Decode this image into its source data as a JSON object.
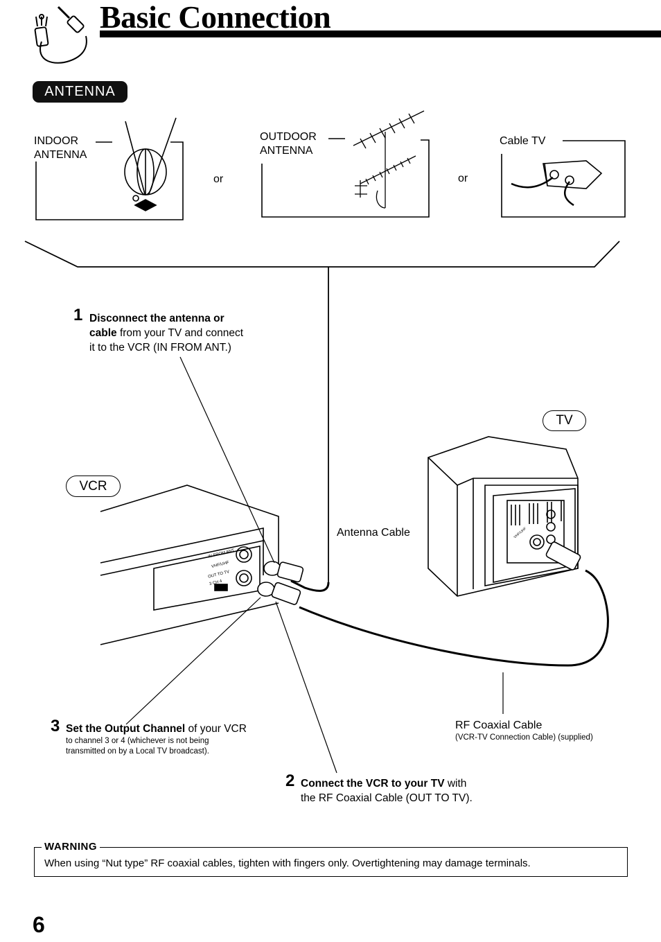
{
  "header": {
    "title": "Basic Connection"
  },
  "section": {
    "badge": "ANTENNA"
  },
  "antennas": {
    "indoor_line1": "INDOOR",
    "indoor_line2": "ANTENNA",
    "or1": "or",
    "outdoor_line1": "OUTDOOR",
    "outdoor_line2": "ANTENNA",
    "or2": "or",
    "cable": "Cable TV"
  },
  "devices": {
    "tv": "TV",
    "vcr": "VCR",
    "vcr_port_in_line1": "IN FROM",
    "vcr_port_in_line2": "ANT.",
    "vcr_port_band": "VHF/UHF",
    "vcr_port_out": "OUT TO TV",
    "vcr_ch_switch": "3 CH 4",
    "tv_port_band": "VHF/UHF"
  },
  "cables": {
    "antenna_cable": "Antenna Cable",
    "rf_title": "RF Coaxial Cable",
    "rf_note": "(VCR-TV Connection Cable) (supplied)"
  },
  "steps": {
    "s1": {
      "num": "1",
      "bold_line1": "Disconnect the antenna or",
      "bold_line2": "cable",
      "rest_line2": " from your TV and connect",
      "line3": "it to the VCR (IN FROM ANT.)"
    },
    "s2": {
      "num": "2",
      "bold": "Connect the VCR to your TV",
      "rest": " with",
      "line2": "the RF Coaxial Cable (OUT TO TV)."
    },
    "s3": {
      "num": "3",
      "bold": "Set the Output Channel",
      "rest": " of your VCR",
      "line2": "to channel 3 or 4 (whichever is not being",
      "line3": "transmitted on by a Local TV broadcast)."
    }
  },
  "warning": {
    "heading": "WARNING",
    "text": "When using “Nut type” RF coaxial cables, tighten with fingers only. Overtightening may damage terminals."
  },
  "footer": {
    "page": "6"
  }
}
